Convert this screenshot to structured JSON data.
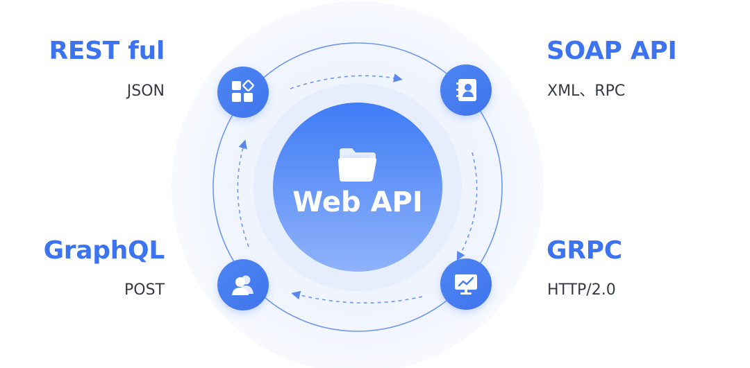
{
  "center": {
    "label": "Web API",
    "icon": "folder-icon"
  },
  "nodes": [
    {
      "id": "rest",
      "title": "REST ful",
      "subtitle": "JSON",
      "icon": "grid-apps-icon"
    },
    {
      "id": "soap",
      "title": "SOAP API",
      "subtitle": "XML、RPC",
      "icon": "contact-book-icon"
    },
    {
      "id": "graphql",
      "title": "GraphQL",
      "subtitle": "POST",
      "icon": "users-icon"
    },
    {
      "id": "grpc",
      "title": "GRPC",
      "subtitle": "HTTP/2.0",
      "icon": "monitor-chart-icon"
    }
  ],
  "colors": {
    "accent": "#3b73f0",
    "node_fill": "#4a82f2",
    "center_top": "#3f7cf5",
    "center_bottom": "#8fb2fa",
    "halo": "#eef3fd",
    "ring": "#6d96ee",
    "text_dark": "#333a44"
  }
}
